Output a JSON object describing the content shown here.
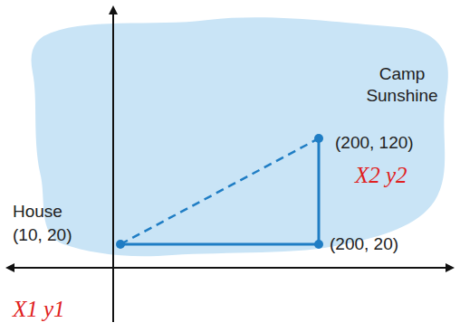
{
  "diagram": {
    "labels": [
      "Camp Sunshine",
      "(200, 120)",
      "X2 y2",
      "House",
      "(10, 20)",
      "(200, 20)",
      "X1 y1"
    ]
  }
}
